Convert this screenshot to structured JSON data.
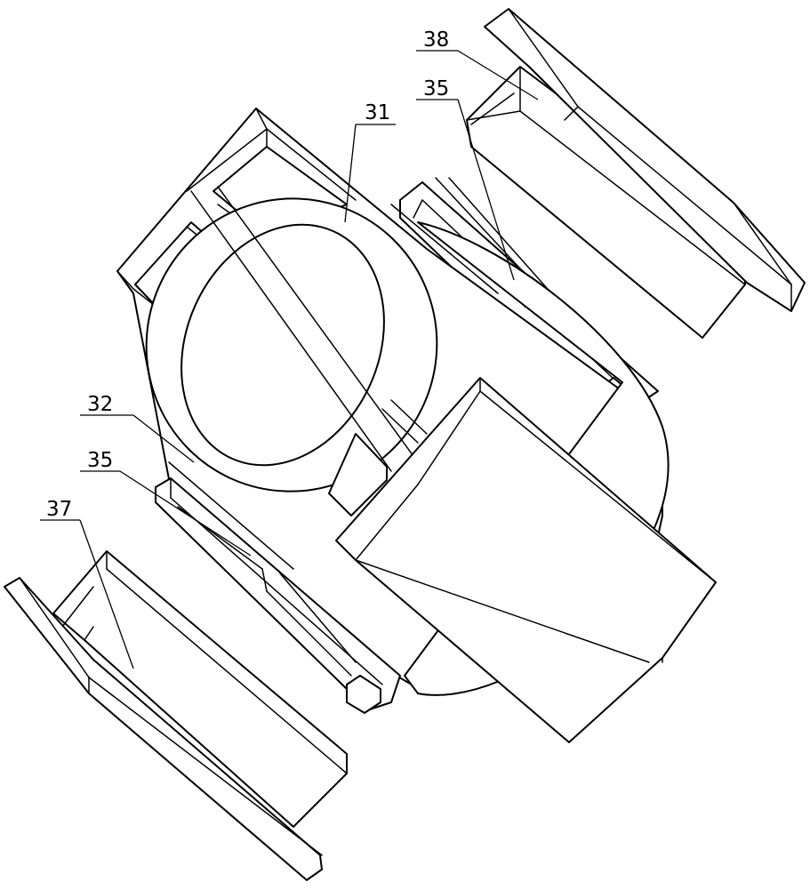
{
  "callouts": {
    "c31": "31",
    "c32": "32",
    "c35_upper": "35",
    "c35_lower": "35",
    "c37": "37",
    "c38": "38"
  }
}
